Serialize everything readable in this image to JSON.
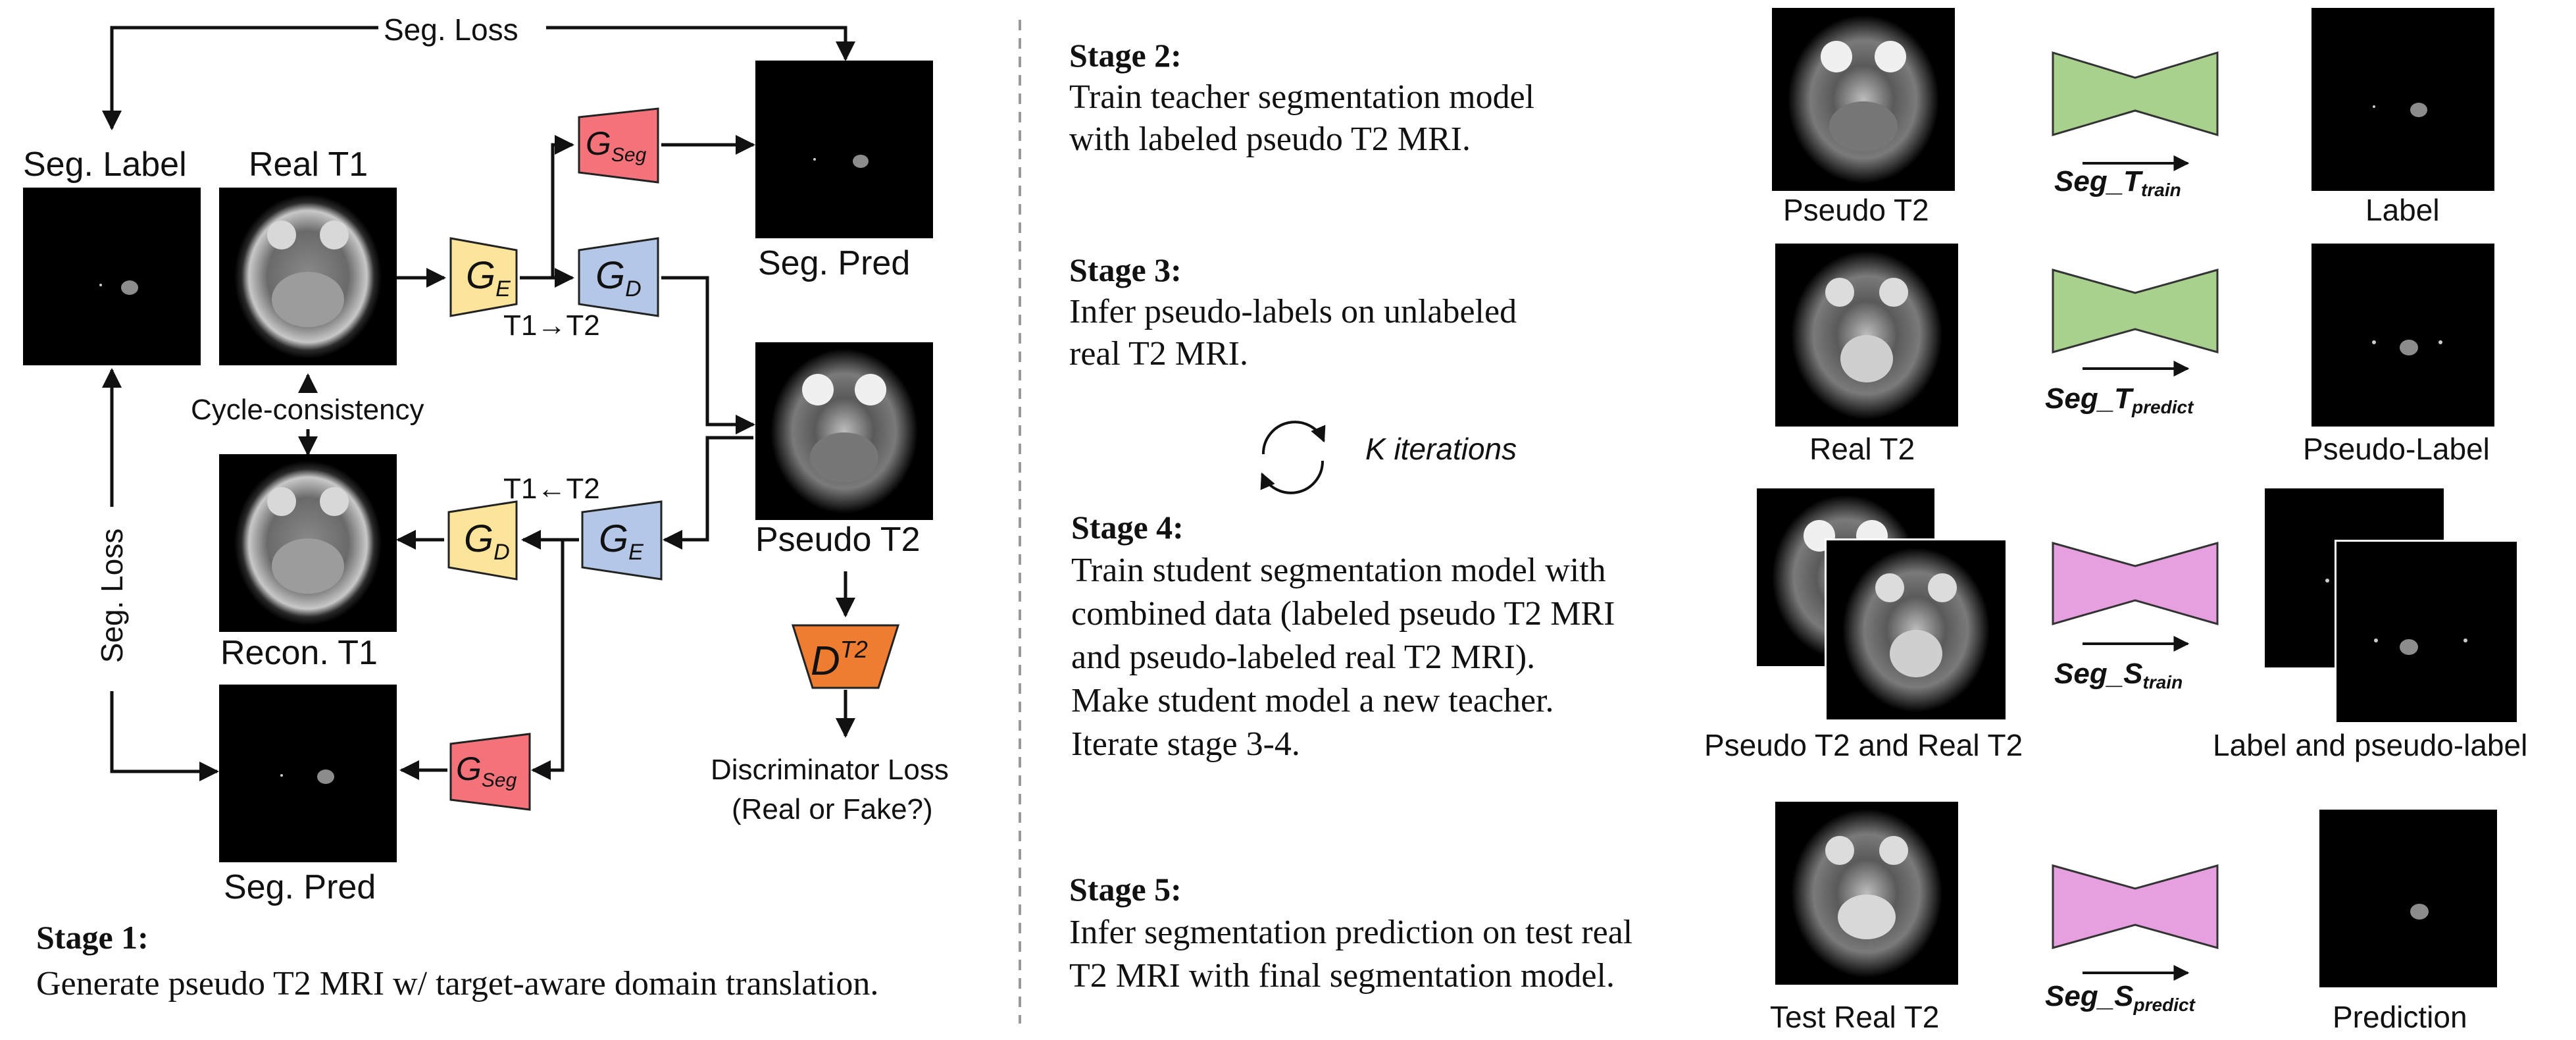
{
  "stage1": {
    "labels": {
      "seg_loss_top": "Seg. Loss",
      "seg_loss_side": "Seg. Loss",
      "seg_label": "Seg. Label",
      "real_t1": "Real T1",
      "seg_pred_top": "Seg. Pred",
      "cycle": "Cycle-consistency",
      "recon_t1": "Recon. T1",
      "pseudo_t2": "Pseudo T2",
      "seg_pred_bottom": "Seg. Pred",
      "t1_to_t2": "T1→T2",
      "t1_from_t2": "T1←T2",
      "disc_loss_1": "Discriminator Loss",
      "disc_loss_2": "(Real or Fake?)"
    },
    "blocks": {
      "ge_top": "G",
      "ge_top_sub": "E",
      "gd_top": "G",
      "gd_top_sub": "D",
      "gseg_top": "G",
      "gseg_top_sub": "Seg",
      "ge_bottom": "G",
      "ge_bottom_sub": "E",
      "gd_bottom": "G",
      "gd_bottom_sub": "D",
      "gseg_bottom": "G",
      "gseg_bottom_sub": "Seg",
      "disc": "D",
      "disc_sup": "T2"
    },
    "title": "Stage 1:",
    "desc": "Generate pseudo T2 MRI w/ target-aware domain translation."
  },
  "stages": [
    {
      "title": "Stage 2:",
      "lines": [
        "Train teacher segmentation model",
        "with labeled pseudo T2 MRI."
      ]
    },
    {
      "title": "Stage 3:",
      "lines": [
        "Infer pseudo-labels on unlabeled",
        "real T2 MRI."
      ]
    },
    {
      "title": "Stage 4:",
      "lines": [
        "Train student segmentation model with",
        "combined data (labeled pseudo T2 MRI",
        "and pseudo-labeled real T2 MRI).",
        "Make student model a new teacher.",
        "Iterate stage 3-4."
      ]
    },
    {
      "title": "Stage 5:",
      "lines": [
        "Infer segmentation prediction on test real",
        "T2 MRI with final segmentation model."
      ]
    }
  ],
  "iterations": "K iterations",
  "right": {
    "row1": {
      "input": "Pseudo T2",
      "model": "Seg_T",
      "model_sub": "train",
      "output": "Label"
    },
    "row2": {
      "input": "Real T2",
      "model": "Seg_T",
      "model_sub": "predict",
      "output": "Pseudo-Label"
    },
    "row3": {
      "input": "Pseudo T2 and Real T2",
      "model": "Seg_S",
      "model_sub": "train",
      "output": "Label and pseudo-label"
    },
    "row4": {
      "input": "Test Real T2",
      "model": "Seg_S",
      "model_sub": "predict",
      "output": "Prediction"
    }
  },
  "colors": {
    "encoder_yellow": "#FCE59A",
    "decoder_blue": "#B4C7E7",
    "seg_red": "#F4737B",
    "disc_orange": "#EE7C31",
    "teacher_green": "#A9D18E",
    "student_pink": "#E6A0DF"
  }
}
